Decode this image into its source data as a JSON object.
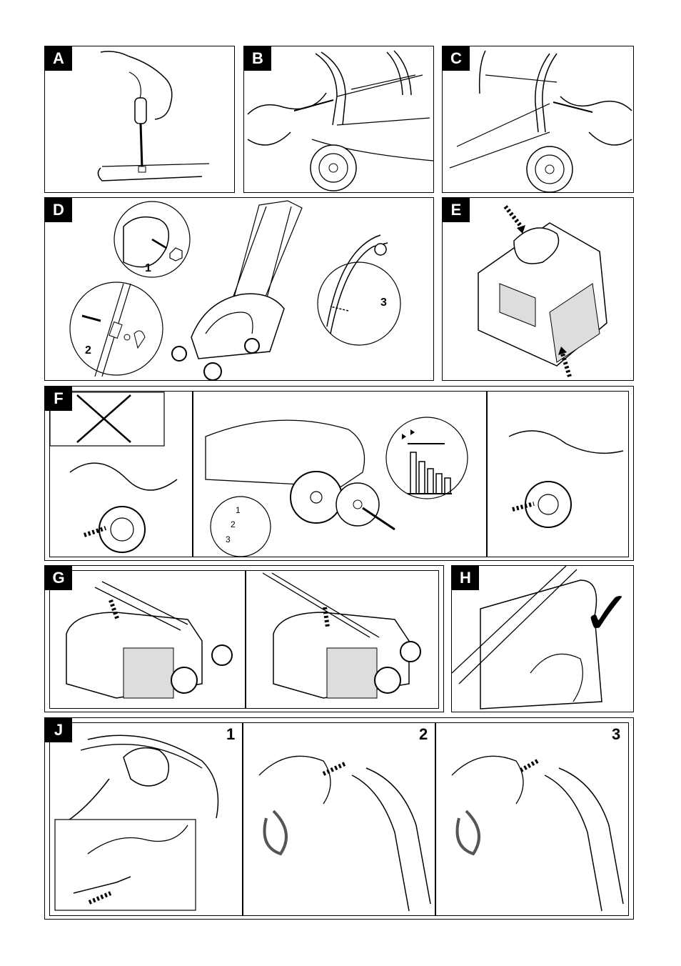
{
  "panels": {
    "A": {
      "label": "A"
    },
    "B": {
      "label": "B"
    },
    "C": {
      "label": "C"
    },
    "D": {
      "label": "D",
      "callouts": [
        "1",
        "2",
        "3"
      ]
    },
    "E": {
      "label": "E"
    },
    "F": {
      "label": "F",
      "holes": [
        "1",
        "2",
        "3"
      ]
    },
    "G": {
      "label": "G"
    },
    "H": {
      "label": "H",
      "mark": "✓"
    },
    "J": {
      "label": "J",
      "steps": [
        "1",
        "2",
        "3"
      ]
    }
  },
  "icons": {
    "check": "check-icon",
    "prohibited": "cross-icon",
    "arrow": "hatched-arrow-icon",
    "height_scale": "cutting-height-icon"
  }
}
